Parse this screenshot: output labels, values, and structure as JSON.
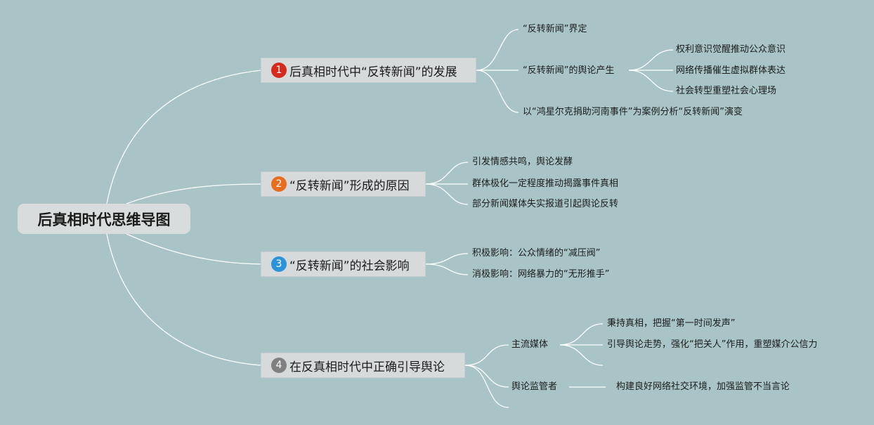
{
  "root": {
    "label": "后真相时代思维导图"
  },
  "branches": [
    {
      "number": "1",
      "color": "#d42b1e",
      "label": "后真相时代中“反转新闻”的发展",
      "children": [
        {
          "label": "“反转新闻”界定"
        },
        {
          "label": "“反转新闻”的舆论产生",
          "children": [
            "权利意识觉醒推动公众意识",
            "网络传播催生虚拟群体表达",
            "社会转型重塑社会心理场"
          ]
        },
        {
          "label": "以“鸿星尔克捐助河南事件”为案例分析“反转新闻”演变"
        }
      ]
    },
    {
      "number": "2",
      "color": "#e86d1f",
      "label": "“反转新闻”形成的原因",
      "children": [
        {
          "label": "引发情感共鸣，舆论发酵"
        },
        {
          "label": "群体极化一定程度推动揭露事件真相"
        },
        {
          "label": "部分新闻媒体失实报道引起舆论反转"
        }
      ]
    },
    {
      "number": "3",
      "color": "#2c93d8",
      "label": "“反转新闻”的社会影响",
      "children": [
        {
          "label": "积极影响：公众情绪的“减压阀”"
        },
        {
          "label": "消极影响：网络暴力的“无形推手”"
        }
      ]
    },
    {
      "number": "4",
      "color": "#808080",
      "label": "在反真相时代中正确引导舆论",
      "children": [
        {
          "label": "主流媒体",
          "children": [
            "秉持真相，把握“第一时间发声”",
            "引导舆论走势，强化“把关人”作用，重塑媒介公信力"
          ]
        },
        {
          "label": "舆论监管者",
          "children": [
            "构建良好网络社交环境，加强监管不当言论"
          ]
        }
      ]
    }
  ]
}
